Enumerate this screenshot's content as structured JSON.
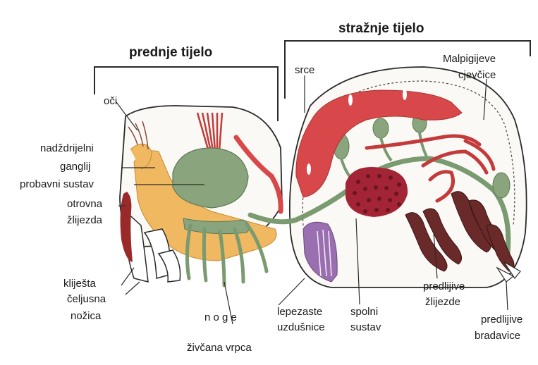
{
  "headers": {
    "front": "prednje tijelo",
    "back": "stražnje tijelo"
  },
  "labels": {
    "oci": "oči",
    "nadzdrijelni": "nadždrijelni",
    "ganglij": "ganglij",
    "probavni": "probavni sustav",
    "otrovna": "otrovna",
    "zlijezda": "žlijezda",
    "klijesta": "kliješta",
    "celjusna": "čeljusna",
    "nozica": "nožica",
    "noge": "n o g e",
    "zivcana": "živčana vrpca",
    "lepezaste": "lepezaste",
    "uzdusnice": "uzdušnice",
    "spolni": "spolni",
    "sustav": "sustav",
    "srce": "srce",
    "malpigijeve": "Malpigijeve",
    "cjevcice": "cjevčice",
    "predlijive_zlj_1": "predlijive",
    "predlijive_zlj_2": "žlijezde",
    "predlijive_br_1": "predlijive",
    "predlijive_br_2": "bradavice"
  },
  "colors": {
    "nerve": "#7a9a70",
    "digestive": "#f0b860",
    "heart": "#d8474a",
    "gonad": "#a32435",
    "lung": "#9a6fb0",
    "silk": "#6a2a2a",
    "outline": "#2a2a2a"
  }
}
